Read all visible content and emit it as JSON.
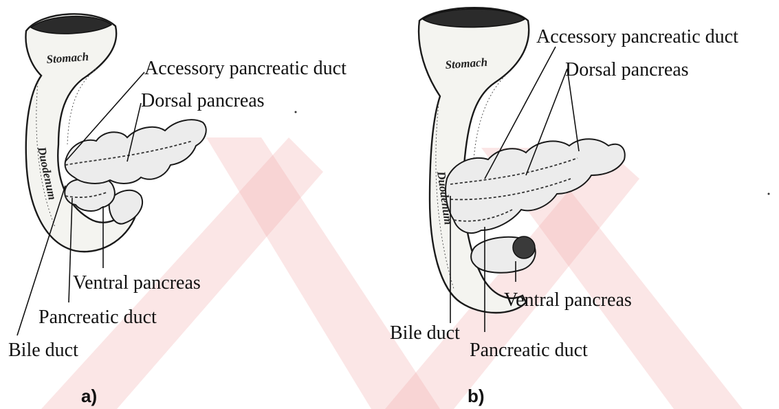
{
  "panel_a": {
    "panel_label": "a)",
    "organ_labels": {
      "stomach": "Stomach",
      "duodenum": "Duodenum"
    },
    "labels": {
      "accessory_duct": "Accessory pancreatic duct",
      "dorsal_pancreas": "Dorsal pancreas",
      "ventral_pancreas": "Ventral pancreas",
      "pancreatic_duct": "Pancreatic duct",
      "bile_duct": "Bile duct"
    }
  },
  "panel_b": {
    "panel_label": "b)",
    "organ_labels": {
      "stomach": "Stomach",
      "duodenum": "Duodenum"
    },
    "labels": {
      "accessory_duct": "Accessory pancreatic duct",
      "dorsal_pancreas": "Dorsal pancreas",
      "ventral_pancreas": "Ventral pancreas",
      "bile_duct": "Bile duct",
      "pancreatic_duct": "Pancreatic duct"
    }
  },
  "watermark": {
    "color": "#f2a7a7"
  }
}
